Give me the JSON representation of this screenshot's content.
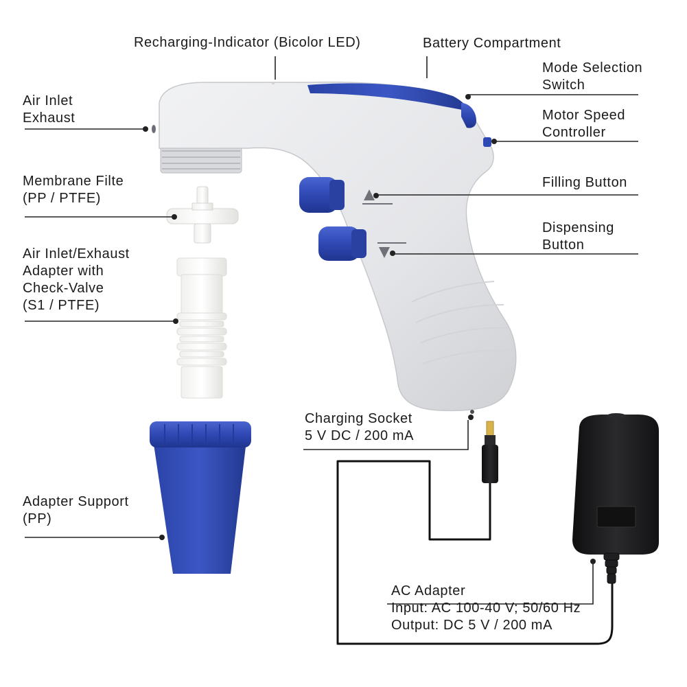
{
  "labels": {
    "recharging_indicator": "Recharging-Indicator (Bicolor LED)",
    "battery_compartment": "Battery Compartment",
    "mode_selection": [
      "Mode Selection",
      "Switch"
    ],
    "motor_speed": [
      "Motor Speed",
      "Controller"
    ],
    "filling_button": "Filling Button",
    "dispensing_button": [
      "Dispensing",
      "Button"
    ],
    "air_inlet_exhaust": [
      "Air Inlet",
      "Exhaust"
    ],
    "membrane_filter": [
      "Membrane Filte",
      "(PP / PTFE)"
    ],
    "adapter_check_valve": [
      "Air Inlet/Exhaust",
      "Adapter with",
      "Check-Valve",
      "(S1 / PTFE)"
    ],
    "adapter_support": [
      "Adapter Support",
      "(PP)"
    ],
    "charging_socket": [
      "Charging Socket",
      "5 V DC / 200 mA"
    ],
    "ac_adapter": [
      "AC Adapter",
      "Input: AC 100-40 V; 50/60 Hz",
      "Output: DC 5 V / 200 mA"
    ]
  },
  "colors": {
    "body_gray": "#e6e7ea",
    "accent_blue": "#2f49b4",
    "adapter_black": "#1c1c1e",
    "line": "#222222"
  }
}
